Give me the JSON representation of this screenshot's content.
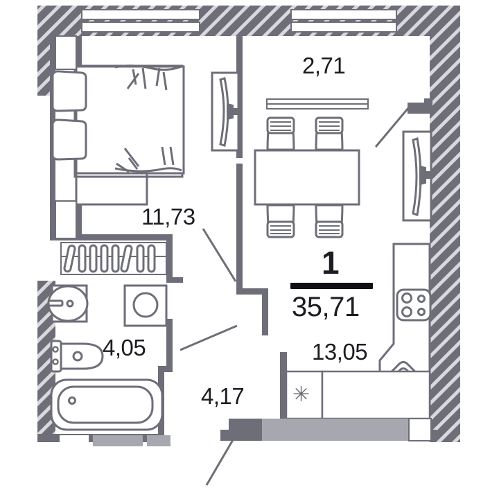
{
  "plan": {
    "type": "apartment-floor-plan",
    "rooms_badge": "1",
    "total_area": "35,71",
    "unit_note": "",
    "colors": {
      "wall_hatch": "#6e6e79",
      "wall_hatch_stripe": "#d8d8dd",
      "wall_solid": "#6e6e79",
      "furniture_stroke": "#6e6e79",
      "text": "#1c1c22",
      "balcony_fill": "#a7a7b0",
      "rule": "#101014",
      "background": "#ffffff"
    },
    "areas": [
      {
        "id": "balcony-top",
        "label": "2,71",
        "name": "balcony"
      },
      {
        "id": "living-room",
        "label": "11,73",
        "name": "living-room"
      },
      {
        "id": "bathroom",
        "label": "4,05",
        "name": "bathroom"
      },
      {
        "id": "hall",
        "label": "4,17",
        "name": "hall"
      },
      {
        "id": "kitchen-living",
        "label": "13,05",
        "name": "kitchen"
      }
    ],
    "markers": [
      {
        "id": "riser-asterisk",
        "glyph": "✳",
        "name": "utility-riser-marker"
      }
    ],
    "furniture": [
      {
        "name": "double-bed",
        "room": "living-room"
      },
      {
        "name": "pillow",
        "room": "living-room"
      },
      {
        "name": "pillow",
        "room": "living-room"
      },
      {
        "name": "wall-tv",
        "room": "living-room"
      },
      {
        "name": "dining-table",
        "room": "kitchen"
      },
      {
        "name": "chair",
        "room": "kitchen"
      },
      {
        "name": "chair",
        "room": "kitchen"
      },
      {
        "name": "chair",
        "room": "kitchen"
      },
      {
        "name": "chair",
        "room": "kitchen"
      },
      {
        "name": "wall-tv",
        "room": "kitchen"
      },
      {
        "name": "kitchen-counter",
        "room": "kitchen"
      },
      {
        "name": "cooktop",
        "room": "kitchen"
      },
      {
        "name": "corner-sink",
        "room": "kitchen"
      },
      {
        "name": "towel-radiator",
        "room": "bathroom"
      },
      {
        "name": "washbasin",
        "room": "bathroom"
      },
      {
        "name": "washing-machine",
        "room": "bathroom"
      },
      {
        "name": "toilet",
        "room": "bathroom"
      },
      {
        "name": "bathtub",
        "room": "bathroom"
      }
    ],
    "openings": [
      {
        "name": "window",
        "wall": "top-left"
      },
      {
        "name": "window",
        "wall": "top-right"
      },
      {
        "name": "window",
        "wall": "bottom-right"
      },
      {
        "name": "entrance-door",
        "wall": "bottom"
      }
    ]
  }
}
